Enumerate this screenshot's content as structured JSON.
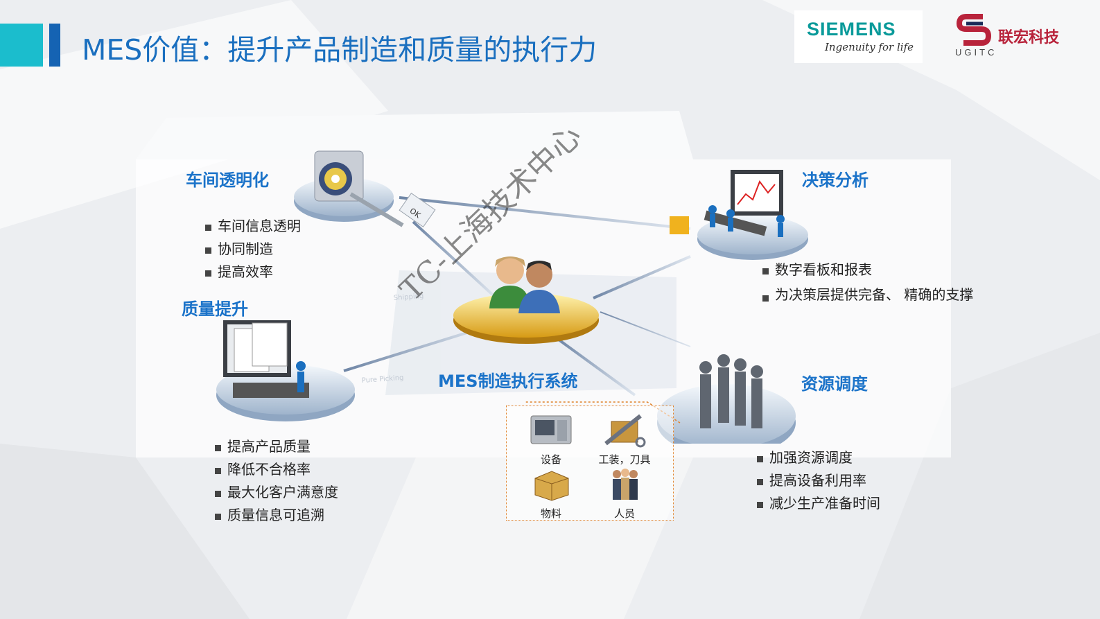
{
  "header": {
    "title": "MES价值：提升产品制造和质量的执行力",
    "siemens_logo": {
      "word": "SIEMENS",
      "tagline": "Ingenuity for life"
    },
    "ugitc_logo": {
      "name": "联宏科技",
      "sub": "UGITC"
    }
  },
  "quadrants": {
    "workshop": {
      "title": "车间透明化",
      "items": [
        "车间信息透明",
        "协同制造",
        "提高效率"
      ]
    },
    "quality": {
      "title": "质量提升",
      "items": [
        "提高产品质量",
        "降低不合格率",
        "最大化客户满意度",
        "质量信息可追溯"
      ]
    },
    "decision": {
      "title": "决策分析",
      "items": [
        "数字看板和报表",
        "为决策层提供完备、\n精确的支撑"
      ]
    },
    "resource": {
      "title": "资源调度",
      "items": [
        "加强资源调度",
        "提高设备利用率",
        "减少生产准备时间"
      ]
    }
  },
  "center": {
    "label": "MES制造执行系统"
  },
  "resources": [
    "设备",
    "工装，刀具",
    "物料",
    "人员"
  ],
  "illustration_text": {
    "ok_tag": "OK",
    "shipping": "Shipping",
    "pure_picking": "Pure Picking"
  },
  "watermark": "TC-上海技术中心",
  "colors": {
    "title_blue": "#1a6fbf",
    "heading_blue": "#1b73c9",
    "accent_cyan": "#1bbdcd",
    "accent_blue": "#1563b3",
    "siemens_teal": "#0a9a9a",
    "ugitc_red": "#b8233b"
  },
  "icons": [
    "server-disk-icon",
    "monitor-chart-icon",
    "document-monitor-icon",
    "people-group-icon",
    "users-icon",
    "machine-icon",
    "tools-icon",
    "box-icon",
    "staff-icon"
  ]
}
